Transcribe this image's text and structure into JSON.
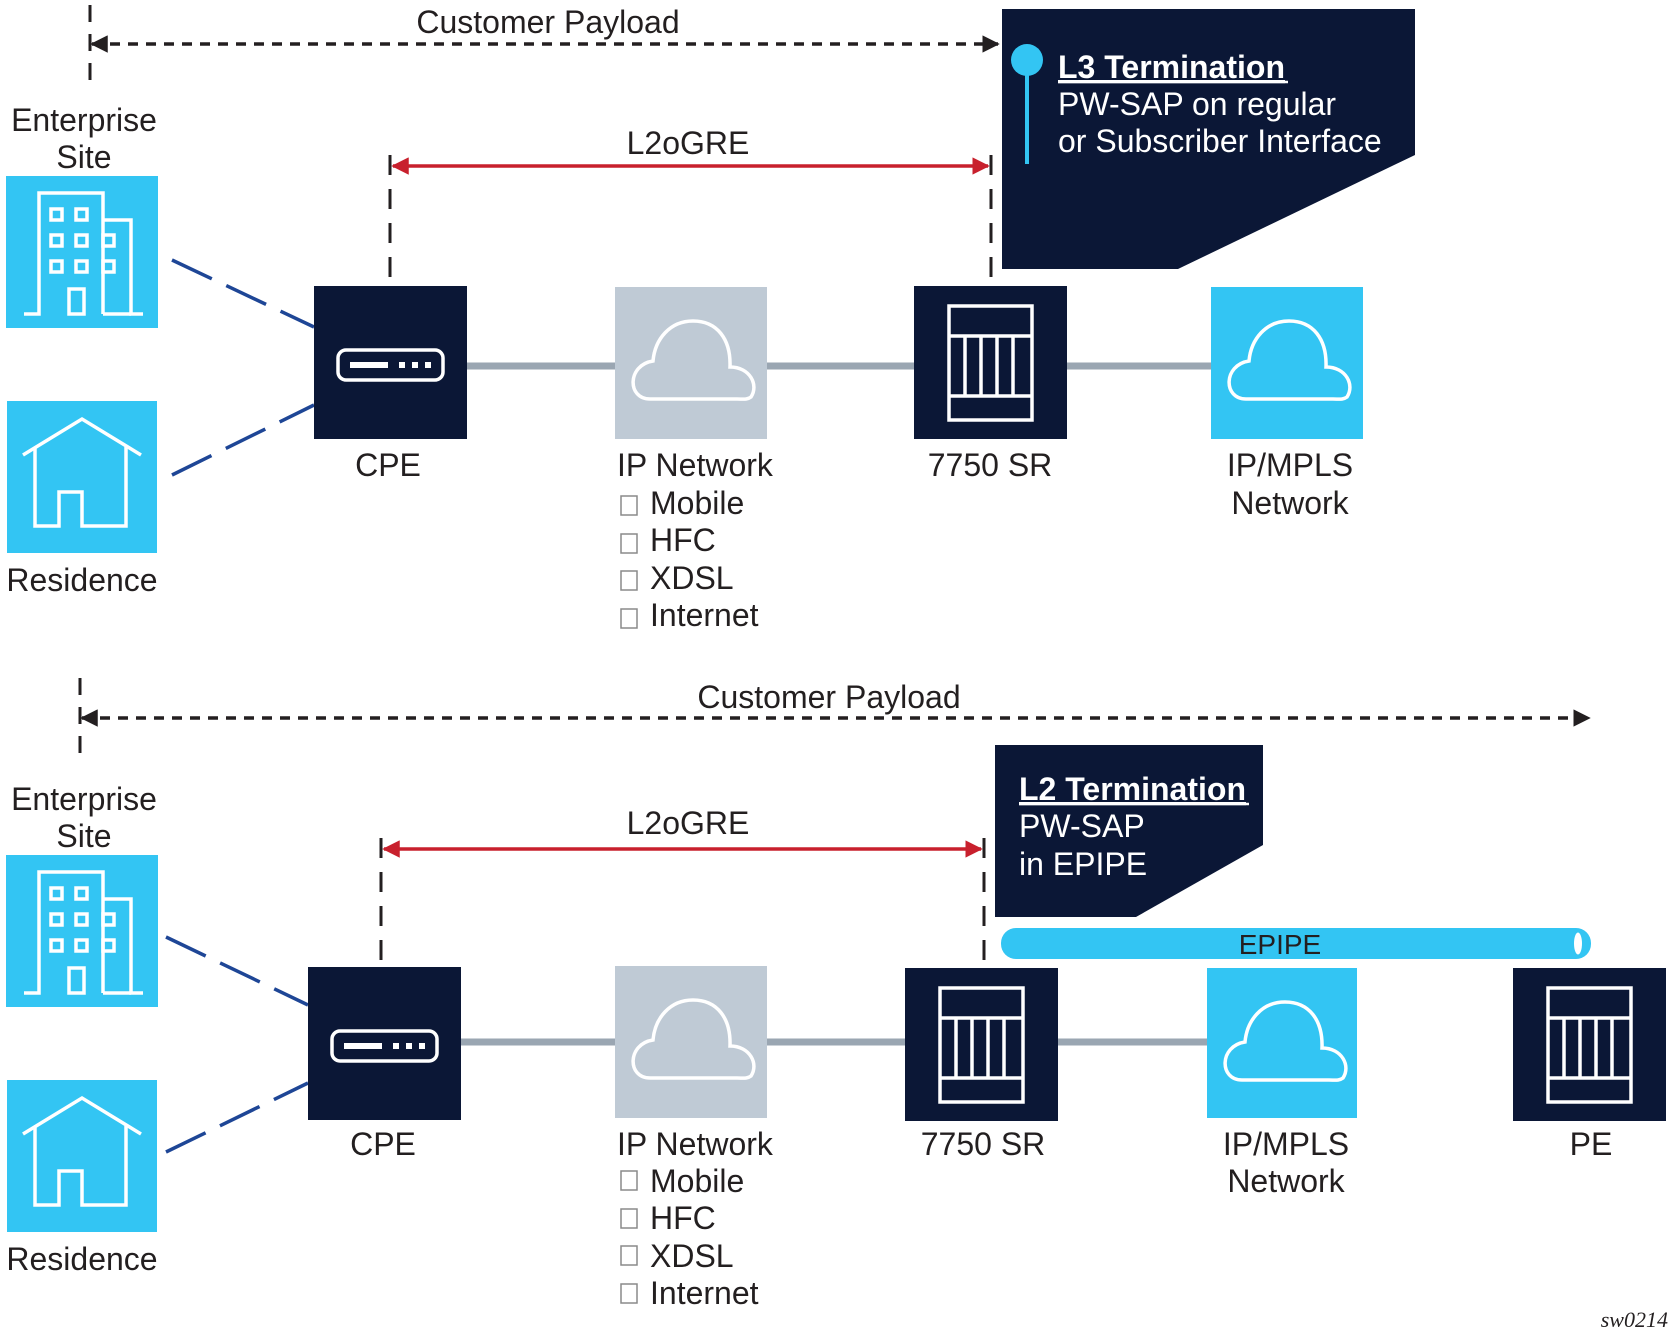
{
  "figure_id": "sw0214",
  "colors": {
    "dark_navy": "#0b1736",
    "cyan": "#33c5f3",
    "gray_cloud": "#bfcad5",
    "link_gray": "#9aa6b2",
    "red_arrow": "#c8202d",
    "dash_blue": "#1e4696",
    "text": "#231f20"
  },
  "top": {
    "payload_label": "Customer Payload",
    "tunnel_label": "L2oGRE",
    "enterprise_label_1": "Enterprise",
    "enterprise_label_2": "Site",
    "residence_label": "Residence",
    "cpe_label": "CPE",
    "ipnet_label": "IP Network",
    "ipnet_items": [
      "Mobile",
      "HFC",
      "XDSL",
      "Internet"
    ],
    "sr_label": "7750 SR",
    "mpls_label_1": "IP/MPLS",
    "mpls_label_2": "Network",
    "callout": {
      "title": "L3 Termination",
      "line1": "PW-SAP on regular",
      "line2": "or Subscriber Interface"
    }
  },
  "bottom": {
    "payload_label": "Customer Payload",
    "tunnel_label": "L2oGRE",
    "enterprise_label_1": "Enterprise",
    "enterprise_label_2": "Site",
    "residence_label": "Residence",
    "cpe_label": "CPE",
    "ipnet_label": "IP Network",
    "ipnet_items": [
      "Mobile",
      "HFC",
      "XDSL",
      "Internet"
    ],
    "sr_label": "7750 SR",
    "mpls_label_1": "IP/MPLS",
    "mpls_label_2": "Network",
    "pe_label": "PE",
    "epipe_label": "EPIPE",
    "callout": {
      "title": "L2 Termination",
      "line1": "PW-SAP",
      "line2": "in EPIPE"
    }
  }
}
